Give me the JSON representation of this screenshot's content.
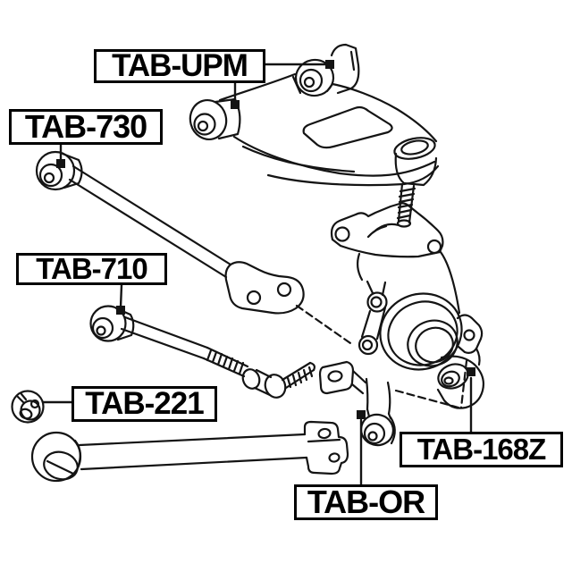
{
  "page": {
    "background_color": "#ffffff",
    "ink_color": "#141414"
  },
  "diagram": {
    "kind": "suspension-parts-line-diagram",
    "callouts": [
      {
        "text": "TAB-UPM"
      },
      {
        "text": "TAB-730"
      },
      {
        "text": "TAB-710"
      },
      {
        "text": "TAB-221"
      },
      {
        "text": "TAB-168Z"
      },
      {
        "text": "TAB-OR"
      }
    ]
  }
}
